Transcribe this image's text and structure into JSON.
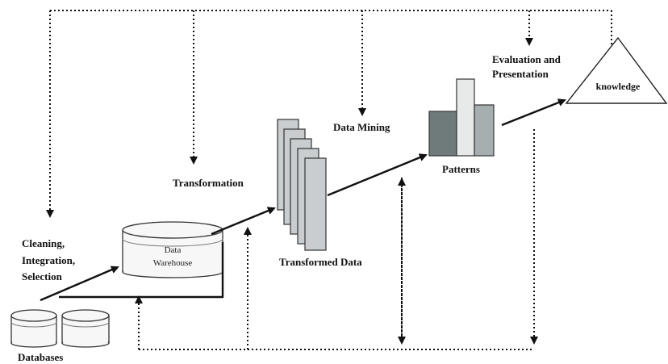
{
  "labels": {
    "cleaning_line1": "Cleaning,",
    "cleaning_line2": "Integration,",
    "cleaning_line3": "Selection",
    "databases": "Databases",
    "data_warehouse_line1": "Data",
    "data_warehouse_line2": "Warehouse",
    "transformation": "Transformation",
    "transformed_data": "Transformed Data",
    "data_mining": "Data Mining",
    "patterns": "Patterns",
    "evaluation_line1": "Evaluation and",
    "evaluation_line2": "Presentation",
    "knowledge": "knowledge"
  },
  "colors": {
    "pattern_bar_dark": "#6f7a7a",
    "pattern_bar_light": "#e8eaea",
    "pattern_bar_mid": "#a6aeb0",
    "transformed_page": "#c9cdcf",
    "cylinder_fill": "#f7f7f7"
  }
}
